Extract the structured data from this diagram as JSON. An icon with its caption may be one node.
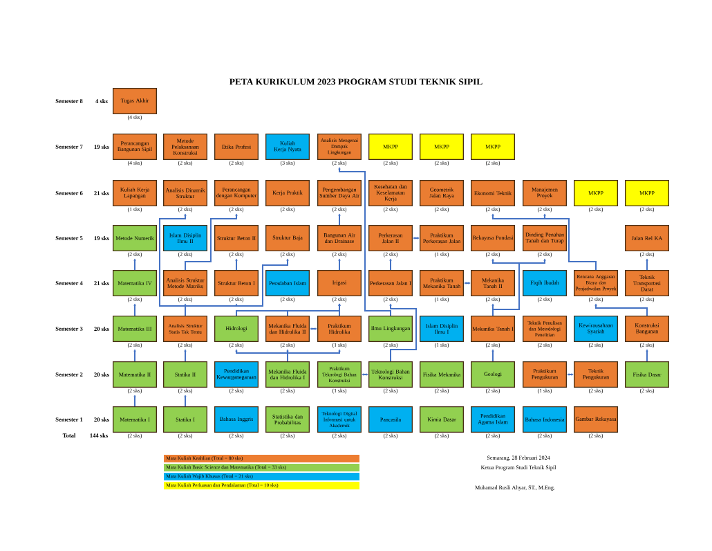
{
  "diagram": {
    "title": "PETA KURIKULUM 2023 PROGRAM STUDI TEKNIK SIPIL",
    "nodes": [
      {
        "text": [
          "Tugas Akhir"
        ],
        "beside": [
          "(4 sks)"
        ]
      },
      {
        "text": [
          "Perancangan Bangunan Sipil"
        ],
        "beside": [
          "(4 sks)"
        ]
      },
      {
        "text": [
          "Metode Pelaksanaan Konstruksi"
        ],
        "beside": [
          "(2 sks)"
        ]
      },
      {
        "text": [
          "Etika Profesi"
        ],
        "beside": [
          "(2 sks)"
        ]
      },
      {
        "text": [
          "Kuliah Kerja Nyata"
        ],
        "beside": [
          "(3 sks)"
        ]
      },
      {
        "text": [
          "Analisis Mengenai Dampak Lingkungan"
        ],
        "beside": [
          "(2 sks)"
        ]
      },
      {
        "text": [
          "MKPP"
        ],
        "beside": [
          "(2 sks)"
        ]
      },
      {
        "text": [
          "MKPP"
        ],
        "beside": [
          "(2 sks)"
        ]
      },
      {
        "text": [
          "MKPP"
        ],
        "beside": [
          "(2 sks)"
        ]
      },
      {
        "text": [
          "Kuliah Kerja Lapangan"
        ],
        "beside": [
          "(1 sks)"
        ]
      },
      {
        "text": [
          "Analisis Dinamik Struktur"
        ],
        "beside": [
          "(2 sks)"
        ]
      },
      {
        "text": [
          "Perancangan dengan Komputer"
        ],
        "beside": [
          "(2 sks)"
        ]
      },
      {
        "text": [
          "Kerja Praktik"
        ],
        "beside": [
          "(2 sks)"
        ]
      },
      {
        "text": [
          "Pengembangan Sumber Daya Air"
        ],
        "beside": [
          "(2 sks)"
        ]
      },
      {
        "text": [
          "Kesehatan dan Keselamatan Kerja"
        ],
        "beside": [
          "(2 sks)"
        ]
      },
      {
        "text": [
          "Geometrik Jalan Raya"
        ],
        "beside": [
          "(2 sks)"
        ]
      },
      {
        "text": [
          "Ekonomi Teknik"
        ],
        "beside": [
          "(2 sks)"
        ]
      },
      {
        "text": [
          "Manajemen Proyek"
        ],
        "beside": [
          "(2 sks)"
        ]
      },
      {
        "text": [
          "MKPP"
        ],
        "beside": [
          "(2 sks)"
        ]
      },
      {
        "text": [
          "MKPP"
        ],
        "beside": [
          "(2 sks)"
        ]
      },
      {
        "text": [
          "Metode Numerik"
        ],
        "beside": [
          "(2 sks)"
        ]
      },
      {
        "text": [
          "Islam Disiplin Ilmu II"
        ],
        "beside": [
          "(2 sks)"
        ]
      },
      {
        "text": [
          "Struktur Beton II"
        ],
        "beside": [
          "(2 sks)"
        ]
      },
      {
        "text": [
          "Struktur Baja"
        ],
        "beside": [
          "(2 sks)"
        ]
      },
      {
        "text": [
          "Bangunan Air dan Drainase"
        ],
        "beside": [
          "(2 sks)"
        ]
      },
      {
        "text": [
          "Perkerasan Jalan II"
        ],
        "beside": [
          "(2 sks)"
        ]
      },
      {
        "text": [
          "Praktikum Perkerasan Jalan"
        ],
        "beside": [
          "(1 sks)"
        ]
      },
      {
        "text": [
          "Rekayasa Pondasi"
        ],
        "beside": [
          "(2 sks)"
        ]
      },
      {
        "text": [
          "Dinding Penahan Tanah dan Turap"
        ],
        "beside": [
          "(2 sks)"
        ]
      },
      {
        "text": [
          "Jalan Rel KA"
        ],
        "beside": [
          "(2 sks)"
        ]
      },
      {
        "text": [
          "Matematika IV"
        ],
        "beside": [
          "(2 sks)"
        ]
      },
      {
        "text": [
          "Analisis Struktur Metode Matriks"
        ],
        "beside": [
          "(2 sks)"
        ]
      },
      {
        "text": [
          "Struktur Beton I"
        ],
        "beside": [
          "(2 sks)"
        ]
      },
      {
        "text": [
          "Peradaban Islam"
        ],
        "beside": [
          "(2 sks)"
        ]
      },
      {
        "text": [
          "Irigasi"
        ],
        "beside": [
          "(2 sks)"
        ]
      },
      {
        "text": [
          "Perkerasan Jalan I"
        ],
        "beside": [
          "(2 sks)"
        ]
      },
      {
        "text": [
          "Praktikum Mekanika Tanah"
        ],
        "beside": [
          "(1 sks)"
        ]
      },
      {
        "text": [
          "Mekanika Tanah II"
        ],
        "beside": [
          "(2 sks)"
        ]
      },
      {
        "text": [
          "Fiqih Ibadah"
        ],
        "beside": [
          "(2 sks)"
        ]
      },
      {
        "text": [
          "Rencana Anggaran Biaya dan Penjadwalan Proyek"
        ],
        "beside": [
          "(2 sks)"
        ]
      },
      {
        "text": [
          "Teknik Transportasi Darat"
        ],
        "beside": [
          "(2 sks)"
        ]
      },
      {
        "text": [
          "Matematika III"
        ],
        "beside": [
          "(2 sks)"
        ]
      },
      {
        "text": [
          "Analisis Struktur Statis Tak Tentu"
        ],
        "beside": [
          "(2 sks)"
        ]
      },
      {
        "text": [
          "Hidrologi"
        ],
        "beside": [
          "(2 sks)"
        ]
      },
      {
        "text": [
          "Mekanika Fluida dan Hidrolika II"
        ],
        "beside": [
          "(2 sks)"
        ]
      },
      {
        "text": [
          "Praktikum Hidrolika"
        ],
        "beside": [
          "(1 sks)"
        ]
      },
      {
        "text": [
          "Ilmu Lingkungan"
        ],
        "beside": [
          "(2 sks)"
        ]
      },
      {
        "text": [
          "Islam Disiplin Ilmu I"
        ],
        "beside": [
          "(1 sks)"
        ]
      },
      {
        "text": [
          "Mekanika Tanah I"
        ],
        "beside": [
          "(2 sks)"
        ]
      },
      {
        "text": [
          "Teknik Penulisan dan Metodologi Penelitian"
        ],
        "beside": [
          "(2 sks)"
        ]
      },
      {
        "text": [
          "Kewirausahaan Syariah"
        ],
        "beside": [
          "(2 sks)"
        ]
      },
      {
        "text": [
          "Konstruksi Bangunan"
        ],
        "beside": [
          "(2 sks)"
        ]
      },
      {
        "text": [
          "Matematika II"
        ],
        "beside": [
          "(2 sks)"
        ]
      },
      {
        "text": [
          "Statika II"
        ],
        "beside": [
          "(2 sks)"
        ]
      },
      {
        "text": [
          "Pendidikan Kewarganegaraan"
        ],
        "beside": [
          "(2 sks)"
        ]
      },
      {
        "text": [
          "Mekanika Fluida dan Hidrolika I"
        ],
        "beside": [
          "(2 sks)"
        ]
      },
      {
        "text": [
          "Praktikum Teknologi Bahan Konstruksi"
        ],
        "beside": [
          "(1 sks)"
        ]
      },
      {
        "text": [
          "Teknologi Bahan Konstruksi"
        ],
        "beside": [
          "(2 sks)"
        ]
      },
      {
        "text": [
          "Fisika Mekanika"
        ],
        "beside": [
          "(2 sks)"
        ]
      },
      {
        "text": [
          "Geologi"
        ],
        "beside": [
          "(2 sks)"
        ]
      },
      {
        "text": [
          "Praktikum Pengukuran"
        ],
        "beside": [
          "(1 sks)"
        ]
      },
      {
        "text": [
          "Teknik Pengukuran"
        ],
        "beside": [
          "(2 sks)"
        ]
      },
      {
        "text": [
          "Fisika Dasar"
        ],
        "beside": [
          "(2 sks)"
        ]
      },
      {
        "text": [
          "Matematika I"
        ],
        "beside": [
          "(2 sks)"
        ]
      },
      {
        "text": [
          "Statika I"
        ],
        "beside": [
          "(2 sks)"
        ]
      },
      {
        "text": [
          "Bahasa Inggris"
        ],
        "beside": [
          "(2 sks)"
        ]
      },
      {
        "text": [
          "Statistika dan Probabilitas"
        ],
        "beside": [
          "(2 sks)"
        ]
      },
      {
        "text": [
          "Teknologi Digital Informasi untuk Akademik"
        ],
        "beside": [
          "(2 sks)"
        ]
      },
      {
        "text": [
          "Pancasila"
        ],
        "beside": [
          "(2 sks)"
        ]
      },
      {
        "text": [
          "Kimia Dasar"
        ],
        "beside": [
          "(2 sks)"
        ]
      },
      {
        "text": [
          "Pendidikan Agama Islam"
        ],
        "beside": [
          "(2 sks)"
        ]
      },
      {
        "text": [
          "Bahasa Indonesia"
        ],
        "beside": [
          "(2 sks)"
        ]
      },
      {
        "text": [
          "Gambar Rekayasa"
        ],
        "beside": [
          "(2 sks)"
        ]
      }
    ],
    "edges": [
      {
        "from": 63,
        "to": 52,
        "arrow": "to"
      },
      {
        "from": 52,
        "to": 41,
        "arrow": "to"
      },
      {
        "from": 41,
        "to": 30,
        "arrow": "to"
      },
      {
        "from": 30,
        "to": 20,
        "arrow": "to"
      },
      {
        "from": 64,
        "to": 53,
        "arrow": "to"
      },
      {
        "from": 53,
        "to": 42,
        "arrow": "to"
      },
      {
        "from": 42,
        "to": 31,
        "arrow": "to"
      },
      {
        "from": 42,
        "to": 32,
        "arrow": "to"
      },
      {
        "from": 42,
        "to": 10,
        "arrow": "to"
      },
      {
        "from": 42,
        "to": 23,
        "arrow": "to"
      },
      {
        "from": 31,
        "to": 11,
        "arrow": "to"
      },
      {
        "from": 32,
        "to": 22,
        "arrow": "to"
      },
      {
        "from": 55,
        "to": 43,
        "arrow": "to"
      },
      {
        "from": 55,
        "to": 44,
        "arrow": "to"
      },
      {
        "from": 55,
        "to": 45,
        "arrow": "to"
      },
      {
        "from": 44,
        "to": 45,
        "arrow": "both"
      },
      {
        "from": 43,
        "to": 34,
        "arrow": "to"
      },
      {
        "from": 44,
        "to": 34,
        "arrow": "to"
      },
      {
        "from": 45,
        "to": 34,
        "arrow": "to"
      },
      {
        "from": 34,
        "to": 24,
        "arrow": "to"
      },
      {
        "from": 24,
        "to": 13,
        "arrow": "to"
      },
      {
        "from": 56,
        "to": 57,
        "arrow": "both"
      },
      {
        "from": 57,
        "to": 35,
        "arrow": "to"
      },
      {
        "from": 35,
        "to": 25,
        "arrow": "to"
      },
      {
        "from": 25,
        "to": 26,
        "arrow": "both"
      },
      {
        "from": 46,
        "to": 5,
        "arrow": "to"
      },
      {
        "from": 59,
        "to": 48,
        "arrow": "to"
      },
      {
        "from": 48,
        "to": 37,
        "arrow": "to"
      },
      {
        "from": 48,
        "to": 27,
        "arrow": "to"
      },
      {
        "from": 48,
        "to": 28,
        "arrow": "to"
      },
      {
        "from": 36,
        "to": 37,
        "arrow": "both"
      },
      {
        "from": 39,
        "to": 16,
        "arrow": "to"
      },
      {
        "from": 39,
        "to": 17,
        "arrow": "to"
      },
      {
        "from": 51,
        "to": 39,
        "arrow": "to"
      },
      {
        "from": 62,
        "to": 51,
        "arrow": "to"
      },
      {
        "from": 40,
        "to": 29,
        "arrow": "to"
      },
      {
        "from": 60,
        "to": 61,
        "arrow": "both"
      }
    ],
    "labels": [
      "Semester 8",
      "4 sks",
      "Semester 7",
      "19 sks",
      "Semester 6",
      "21 sks",
      "Semester 5",
      "19 sks",
      "Semester 4",
      "21 sks",
      "Semester 3",
      "20 sks",
      "Semester 2",
      "20 sks",
      "Semester 1",
      "20 sks",
      "Total",
      "144 sks",
      "Semarang, 28 Februari 2024",
      "Ketua Program Studi Teknik Sipil",
      "Muhamad Rusli Ahyar, ST., M.Eng."
    ],
    "legend": [
      {
        "text": "Mata Kuliah Keahlian (Total = 80 sks)",
        "color": "#ed7d31"
      },
      {
        "text": "Mata Kuliah Basic Science dan Matematika (Total = 33 sks)",
        "color": "#92d050"
      },
      {
        "text": "Mata Kuliah Wajib Khusus (Total = 21 sks)",
        "color": "#00b0f0"
      },
      {
        "text": "Mata Kuliah Perluasan dan Pendalaman (Total = 10 sks)",
        "color": "#ffff00"
      }
    ]
  }
}
